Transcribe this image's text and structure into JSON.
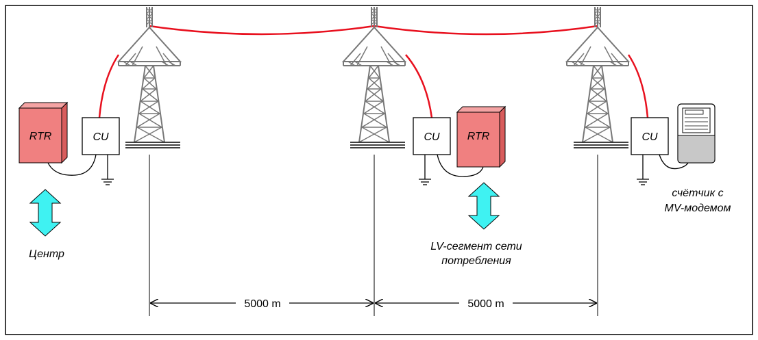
{
  "labels": {
    "rtr": "RTR",
    "cu": "CU",
    "center": "Центр",
    "lv_line1": "LV-сегмент сети",
    "lv_line2": "потребления",
    "meter_line1": "счётчик с",
    "meter_line2": "MV-модемом",
    "distance1": "5000 m",
    "distance2": "5000 m"
  },
  "colors": {
    "line": "#e8101e",
    "rtr_fill": "#f08080",
    "arrow_fill": "#3ff2f2",
    "tower": "#777777",
    "meter_bottom": "#c8c8c8"
  }
}
